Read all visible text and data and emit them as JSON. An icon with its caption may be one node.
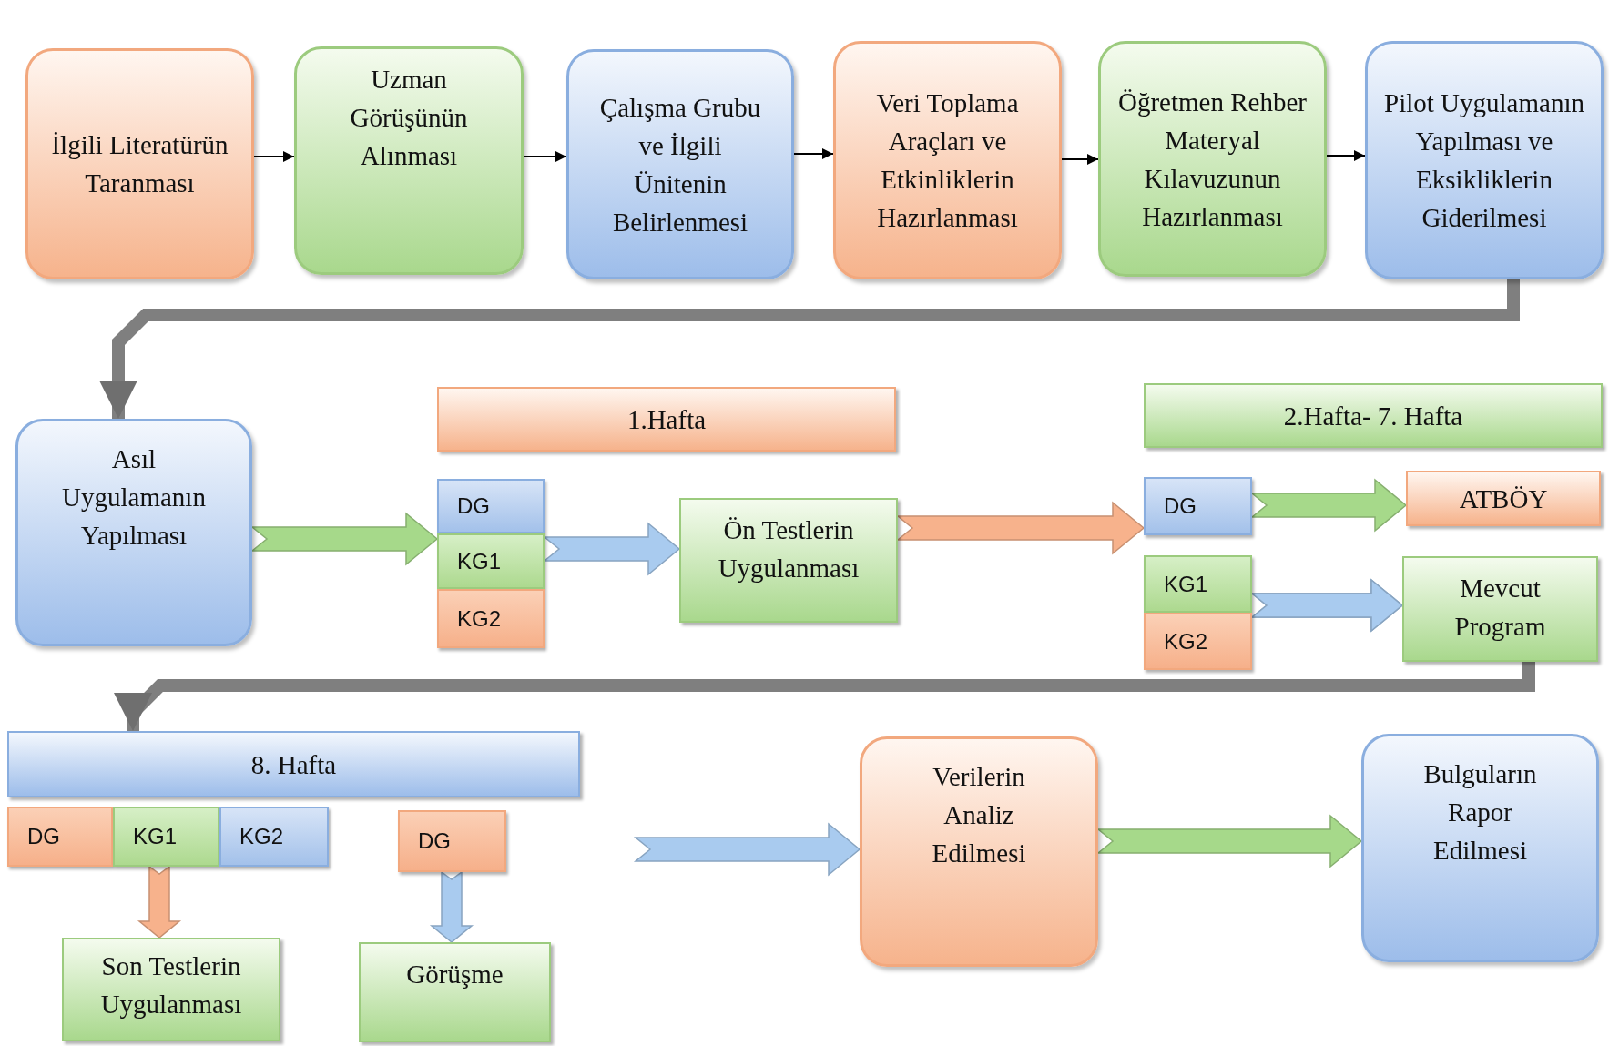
{
  "diagram": {
    "nodes": [
      {
        "text": [
          "İlgili Literatürün Taranması"
        ]
      },
      {
        "text": [
          "Uzman Görüşünün Alınması"
        ]
      },
      {
        "text": [
          "Çalışma Grubu ve İlgili Ünitenin Belirlenmesi"
        ]
      },
      {
        "text": [
          "Veri Toplama Araçları ve Etkinliklerin Hazırlanması"
        ]
      },
      {
        "text": [
          "Öğretmen Rehber Materyal Kılavuzunun Hazırlanması"
        ]
      },
      {
        "text": [
          "Pilot Uygulamanın Yapılması ve Eksikliklerin Giderilmesi"
        ]
      },
      {
        "text": [
          "Asıl Uygulamanın Yapılması"
        ]
      },
      {
        "text": [
          "1.Hafta"
        ]
      },
      {
        "text": [
          "DG"
        ]
      },
      {
        "text": [
          "KG1"
        ]
      },
      {
        "text": [
          "KG2"
        ]
      },
      {
        "text": [
          "Ön Testlerin Uygulanması"
        ]
      },
      {
        "text": [
          "2.Hafta- 7. Hafta"
        ]
      },
      {
        "text": [
          "DG"
        ]
      },
      {
        "text": [
          "KG1"
        ]
      },
      {
        "text": [
          "KG2"
        ]
      },
      {
        "text": [
          "ATBÖY"
        ]
      },
      {
        "text": [
          "Mevcut Program"
        ]
      },
      {
        "text": [
          "8. Hafta"
        ]
      },
      {
        "text": [
          "DG"
        ]
      },
      {
        "text": [
          "KG1"
        ]
      },
      {
        "text": [
          "KG2"
        ]
      },
      {
        "text": [
          "DG"
        ]
      },
      {
        "text": [
          "Son Testlerin Uygulanması"
        ]
      },
      {
        "text": [
          "Görüşme"
        ]
      },
      {
        "text": [
          "Verilerin Analiz Edilmesi"
        ]
      },
      {
        "text": [
          "Bulguların Rapor Edilmesi"
        ]
      }
    ],
    "edges": [
      {
        "from": 0,
        "to": 1,
        "arrow": "to"
      },
      {
        "from": 1,
        "to": 2,
        "arrow": "to"
      },
      {
        "from": 2,
        "to": 3,
        "arrow": "to"
      },
      {
        "from": 3,
        "to": 4,
        "arrow": "to"
      },
      {
        "from": 4,
        "to": 5,
        "arrow": "to"
      },
      {
        "from": 5,
        "to": 6,
        "arrow": "to",
        "style": "thick",
        "color": "#7f7f7f"
      },
      {
        "from": 6,
        "to": 9,
        "arrow": "to",
        "style": "thick",
        "color": "#a6d98a"
      },
      {
        "from": 9,
        "to": 11,
        "arrow": "to",
        "style": "thick",
        "color": "#a9cbef"
      },
      {
        "from": 11,
        "to": 13,
        "arrow": "to",
        "style": "thick",
        "color": "#f7b28c"
      },
      {
        "from": 13,
        "to": 16,
        "arrow": "to",
        "style": "thick",
        "color": "#a6d98a"
      },
      {
        "from": 14,
        "to": 17,
        "arrow": "to",
        "style": "thick",
        "color": "#a9cbef"
      },
      {
        "from": 15,
        "to": 17,
        "arrow": "to",
        "style": "thick",
        "color": "#a9cbef"
      },
      {
        "from": 17,
        "to": 18,
        "arrow": "to",
        "style": "thick",
        "color": "#7f7f7f"
      },
      {
        "from": 20,
        "to": 23,
        "arrow": "to",
        "style": "thick",
        "color": "#f7b28c"
      },
      {
        "from": 22,
        "to": 24,
        "arrow": "to",
        "style": "thick",
        "color": "#a9cbef"
      },
      {
        "from": null,
        "to": 25,
        "arrow": "to",
        "style": "thick",
        "color": "#a9cbef"
      },
      {
        "from": 25,
        "to": 26,
        "arrow": "to",
        "style": "thick",
        "color": "#a6d98a"
      }
    ]
  }
}
